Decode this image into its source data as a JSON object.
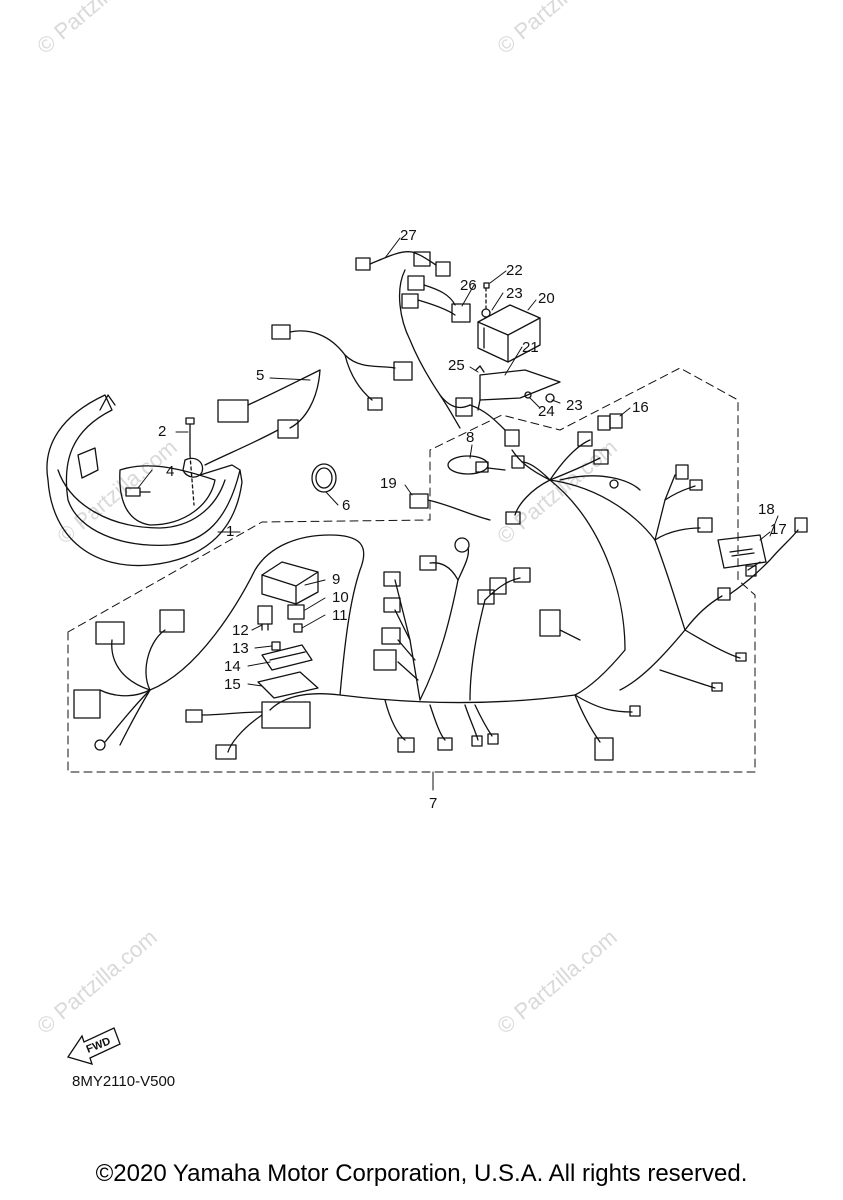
{
  "watermark": {
    "text": "© Partzilla.com"
  },
  "callouts": [
    "1",
    "2",
    "4",
    "5",
    "6",
    "7",
    "8",
    "9",
    "10",
    "11",
    "12",
    "13",
    "14",
    "15",
    "16",
    "17",
    "18",
    "19",
    "20",
    "21",
    "22",
    "23",
    "23",
    "24",
    "25",
    "26",
    "27"
  ],
  "fwd_label": "FWD",
  "diagram_code": "8MY2110-V500",
  "copyright": "©2020 Yamaha Motor Corporation, U.S.A. All rights reserved.",
  "colors": {
    "line": "#111111",
    "watermark": "#d9d9d9",
    "background": "#ffffff"
  }
}
